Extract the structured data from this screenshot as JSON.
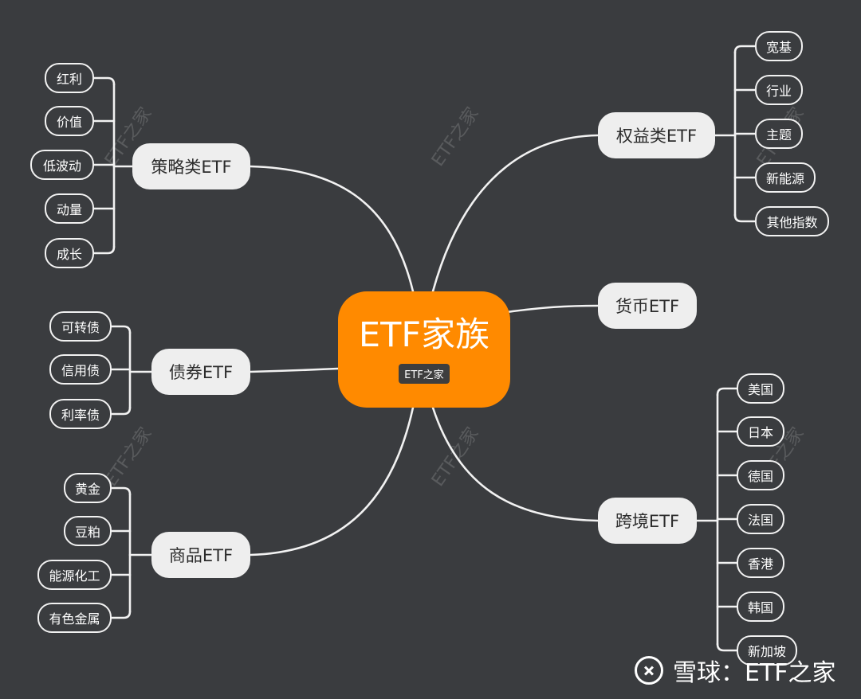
{
  "center": {
    "title": "ETF家族",
    "badge": "ETF之家"
  },
  "branches": [
    {
      "id": "strategy",
      "label": "策略类ETF",
      "leaves": [
        "红利",
        "价值",
        "低波动",
        "动量",
        "成长"
      ]
    },
    {
      "id": "bond",
      "label": "债券ETF",
      "leaves": [
        "可转债",
        "信用债",
        "利率债"
      ]
    },
    {
      "id": "commodity",
      "label": "商品ETF",
      "leaves": [
        "黄金",
        "豆粕",
        "能源化工",
        "有色金属"
      ]
    },
    {
      "id": "equity",
      "label": "权益类ETF",
      "leaves": [
        "宽基",
        "行业",
        "主题",
        "新能源",
        "其他指数"
      ]
    },
    {
      "id": "money",
      "label": "货币ETF",
      "leaves": []
    },
    {
      "id": "crossborder",
      "label": "跨境ETF",
      "leaves": [
        "美国",
        "日本",
        "德国",
        "法国",
        "香港",
        "韩国",
        "新加坡"
      ]
    }
  ],
  "watermark": "ETF之家",
  "credit": {
    "source": "雪球",
    "separator": "：",
    "author": "ETF之家"
  }
}
